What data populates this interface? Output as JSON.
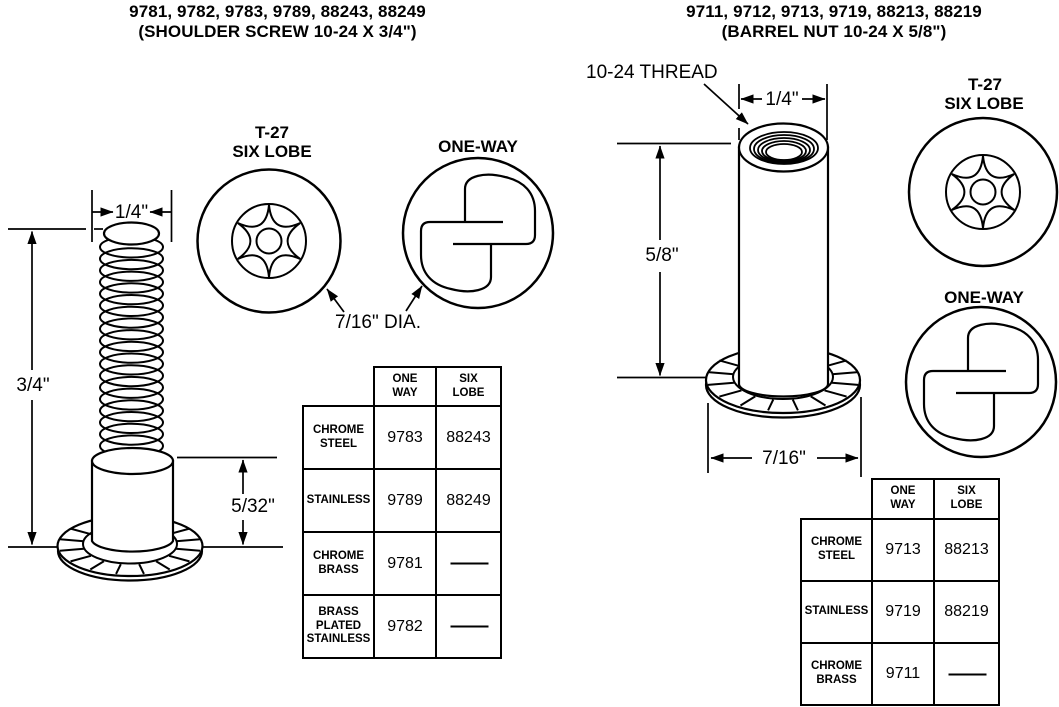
{
  "left_section": {
    "title_line1": "9781, 9782, 9783, 9789, 88243, 88249",
    "title_line2": "(SHOULDER SCREW 10-24 X 3/4\")",
    "figure": {
      "width_dim": "1/4\"",
      "length_dim": "3/4\"",
      "shoulder_dim": "5/32\""
    },
    "six_lobe_label_line1": "T-27",
    "six_lobe_label_line2": "SIX LOBE",
    "one_way_label": "ONE-WAY",
    "head_dia_label": "7/16\" DIA.",
    "table": {
      "col_headers": [
        "ONE\nWAY",
        "SIX\nLOBE"
      ],
      "rows": [
        {
          "label": "CHROME\nSTEEL",
          "one_way": "9783",
          "six_lobe": "88243"
        },
        {
          "label": "STAINLESS",
          "one_way": "9789",
          "six_lobe": "88249"
        },
        {
          "label": "CHROME\nBRASS",
          "one_way": "9781",
          "six_lobe": "——"
        },
        {
          "label": "BRASS\nPLATED\nSTAINLESS",
          "one_way": "9782",
          "six_lobe": "——"
        }
      ]
    }
  },
  "right_section": {
    "title_line1": "9711, 9712, 9713, 9719, 88213, 88219",
    "title_line2": "(BARREL NUT 10-24 X 5/8\")",
    "thread_label": "10-24 THREAD",
    "figure": {
      "width_dim": "1/4\"",
      "length_dim": "5/8\"",
      "flange_dim": "7/16\""
    },
    "six_lobe_label_line1": "T-27",
    "six_lobe_label_line2": "SIX LOBE",
    "one_way_label": "ONE-WAY",
    "table": {
      "col_headers": [
        "ONE\nWAY",
        "SIX\nLOBE"
      ],
      "rows": [
        {
          "label": "CHROME\nSTEEL",
          "one_way": "9713",
          "six_lobe": "88213"
        },
        {
          "label": "STAINLESS",
          "one_way": "9719",
          "six_lobe": "88219"
        },
        {
          "label": "CHROME\nBRASS",
          "one_way": "9711",
          "six_lobe": "——"
        }
      ]
    }
  }
}
